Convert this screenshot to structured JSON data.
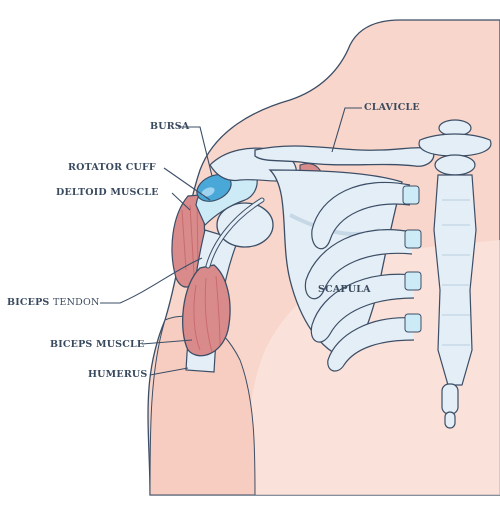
{
  "labels": {
    "bursa": "BURSA",
    "clavicle": "CLAVICLE",
    "rotator_cuff": "ROTATOR CUFF",
    "deltoid_muscle": "DELTOID MUSCLE",
    "biceps": "BICEPS",
    "tendon": "TENDON",
    "scapula": "SCAPULA",
    "biceps_muscle": "BICEPS MUSCLE",
    "humerus": "HUMERUS"
  },
  "colors": {
    "skin": "#f8d6cb",
    "skin_light": "#fbe7e0",
    "bone": "#e4eef6",
    "bone_shadow": "#c6d8e6",
    "outline": "#3c4e66",
    "muscle": "#d98b8b",
    "muscle_dark": "#c96b6e",
    "bursa": "#4aa8d8",
    "cartilage": "#cdebf6",
    "label_text": "#3a4a5e"
  }
}
